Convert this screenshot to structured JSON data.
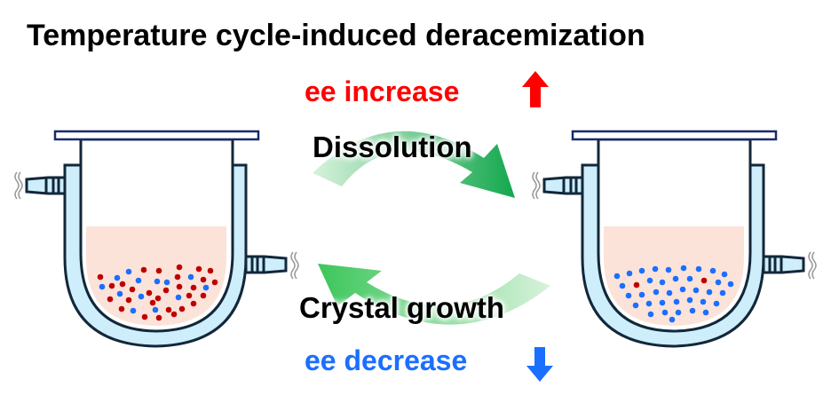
{
  "title": "Temperature cycle-induced deracemization",
  "ee_increase": "ee increase",
  "ee_decrease": "ee decrease",
  "dissolution": "Dissolution",
  "crystal_growth": "Crystal growth",
  "colors": {
    "red": "#ff0000",
    "blue": "#1a6fff",
    "dot_red": "#c00000",
    "dot_blue": "#1a6fff",
    "green": "#1fae5a",
    "jacket": "#cdeefa",
    "liquid": "#fbe3d9"
  },
  "icons": [
    "up-arrow-icon",
    "down-arrow-icon",
    "cycle-arrow-icon",
    "reactor-vessel-icon"
  ]
}
